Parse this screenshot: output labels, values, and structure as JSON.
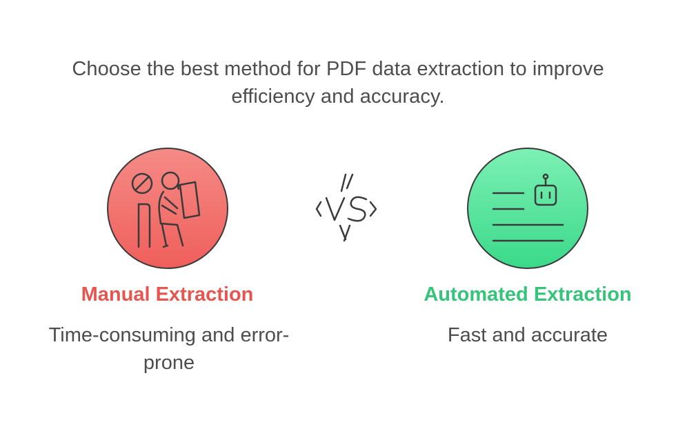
{
  "headline": "Choose the best method for PDF data extraction to improve efficiency and accuracy.",
  "manual": {
    "title": "Manual Extraction",
    "description": "Time-consuming and error-prone",
    "icon": "person-reading-with-no-sign-icon",
    "color": "#e55650"
  },
  "automated": {
    "title": "Automated Extraction",
    "description": "Fast and accurate",
    "icon": "robot-document-icon",
    "color": "#36c47a"
  },
  "versus": {
    "icon": "vs-lightning-icon"
  }
}
